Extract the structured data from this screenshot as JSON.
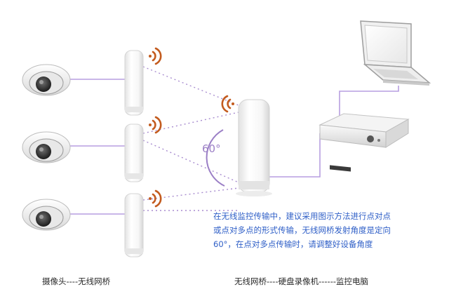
{
  "diagram": {
    "angle_label": "60°",
    "note_lines": [
      "在无线监控传输中，建议采用图示方法进行点对点",
      "或点对多点的形式传输，无线网桥发射角度是定向",
      "60°，在点对多点传输时，请调整好设备角度"
    ],
    "caption_left": "摄像头----无线网桥",
    "caption_right": "无线网桥----硬盘录像机------监控电脑",
    "colors": {
      "link_line": "#b79ee0",
      "beam_dots": "#a88ccf",
      "signal": "#c35b1e",
      "note_text": "#2f5fc7"
    }
  }
}
